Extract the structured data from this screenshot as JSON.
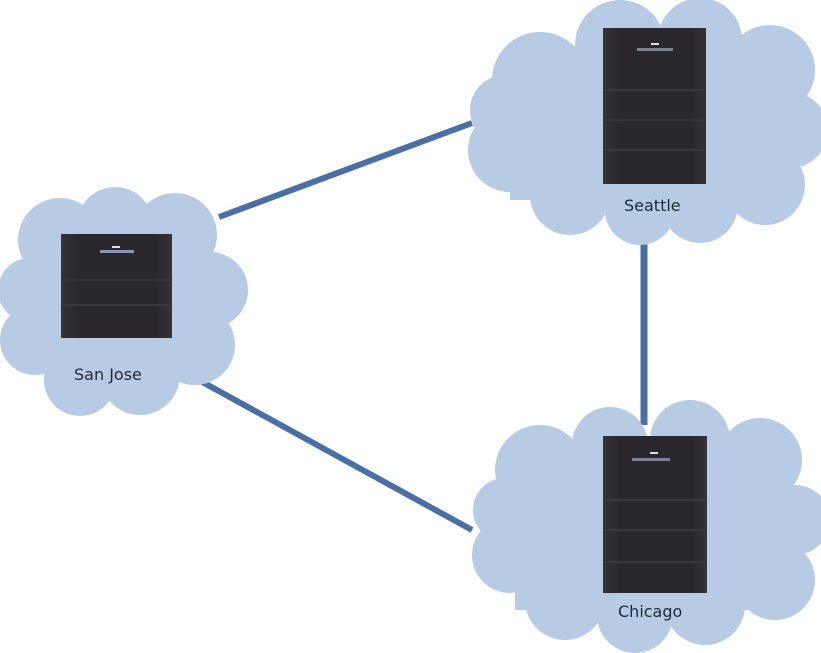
{
  "diagram": {
    "type": "network-topology",
    "colors": {
      "cloud": "#b8cbe4",
      "link": "#4a6fa5",
      "rack": "#2e2c30",
      "rack_stripe": "#3c3a3e",
      "label": "#1f2a36"
    },
    "nodes": [
      {
        "id": "san-jose",
        "label": "San Jose",
        "icon": "server-rack-icon"
      },
      {
        "id": "seattle",
        "label": "Seattle",
        "icon": "server-rack-icon"
      },
      {
        "id": "chicago",
        "label": "Chicago",
        "icon": "server-rack-icon"
      }
    ],
    "links": [
      {
        "from": "san-jose",
        "to": "seattle"
      },
      {
        "from": "seattle",
        "to": "chicago"
      },
      {
        "from": "san-jose",
        "to": "chicago"
      }
    ]
  }
}
